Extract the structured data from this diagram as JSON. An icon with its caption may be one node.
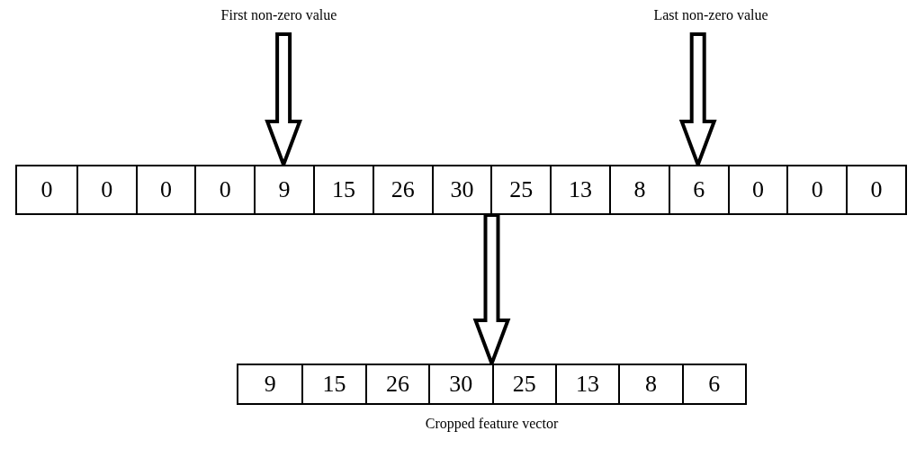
{
  "diagram": {
    "nodes": [
      {
        "text": [
          "First non-zero value"
        ]
      },
      {
        "text": [
          "Last non-zero value"
        ]
      },
      {
        "text": [],
        "shape": "bar"
      },
      {
        "text": [
          "0"
        ],
        "in": 2
      },
      {
        "text": [
          "0"
        ],
        "in": 2
      },
      {
        "text": [
          "0"
        ],
        "in": 2
      },
      {
        "text": [
          "0"
        ],
        "in": 2
      },
      {
        "text": [
          "9"
        ],
        "in": 2
      },
      {
        "text": [
          "15"
        ],
        "in": 2
      },
      {
        "text": [
          "26"
        ],
        "in": 2
      },
      {
        "text": [
          "30"
        ],
        "in": 2
      },
      {
        "text": [
          "25"
        ],
        "in": 2
      },
      {
        "text": [
          "13"
        ],
        "in": 2
      },
      {
        "text": [
          "8"
        ],
        "in": 2
      },
      {
        "text": [
          "6"
        ],
        "in": 2
      },
      {
        "text": [
          "0"
        ],
        "in": 2
      },
      {
        "text": [
          "0"
        ],
        "in": 2
      },
      {
        "text": [
          "0"
        ],
        "in": 2
      },
      {
        "text": [],
        "shape": "bar",
        "beside": [
          "Cropped feature vector"
        ]
      },
      {
        "text": [
          "9"
        ],
        "in": 18
      },
      {
        "text": [
          "15"
        ],
        "in": 18
      },
      {
        "text": [
          "26"
        ],
        "in": 18
      },
      {
        "text": [
          "30"
        ],
        "in": 18
      },
      {
        "text": [
          "25"
        ],
        "in": 18
      },
      {
        "text": [
          "13"
        ],
        "in": 18
      },
      {
        "text": [
          "8"
        ],
        "in": 18
      },
      {
        "text": [
          "6"
        ],
        "in": 18
      }
    ],
    "edges": [
      {
        "from": 0,
        "to": 7,
        "arrow": "to"
      },
      {
        "from": 1,
        "to": 14,
        "arrow": "to"
      },
      {
        "from": 2,
        "to": 18,
        "arrow": "to"
      }
    ]
  }
}
